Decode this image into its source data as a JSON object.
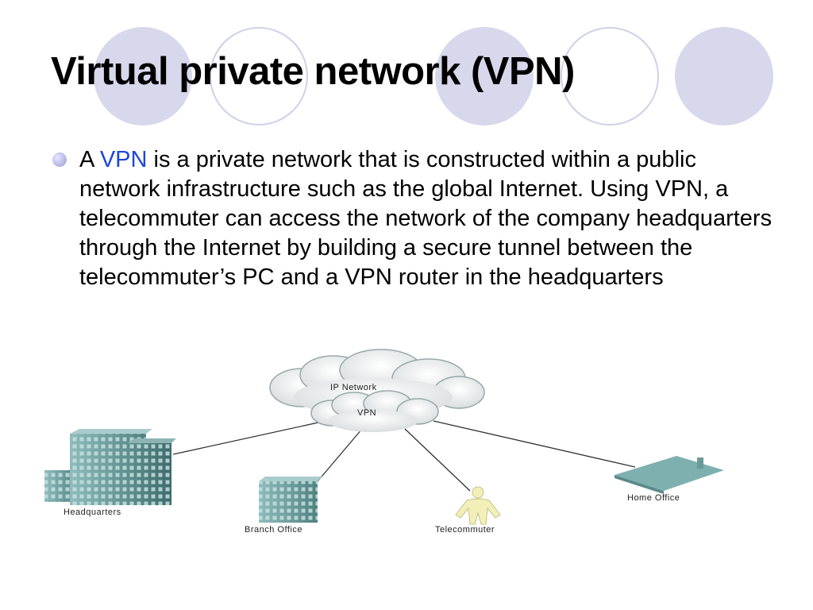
{
  "slide": {
    "title": "Virtual private network (VPN)",
    "bullet": {
      "prefix": "A ",
      "highlight": "VPN",
      "rest": " is a private network that is constructed within a public network infrastructure such as the global Internet. Using VPN, a telecommuter can access the network of the company headquarters through the Internet by building a secure tunnel between the telecommuter’s PC and a VPN router in the headquarters"
    },
    "colors": {
      "highlight": "#1f46d6",
      "circle_fill": "#d8d8ec",
      "building": "#6f9f9f"
    }
  },
  "diagram": {
    "ip_network_label": "IP Network",
    "vpn_label": "VPN",
    "headquarters_label": "Headquarters",
    "branch_office_label": "Branch Office",
    "telecommuter_label": "Telecommuter",
    "home_office_label": "Home Office"
  }
}
